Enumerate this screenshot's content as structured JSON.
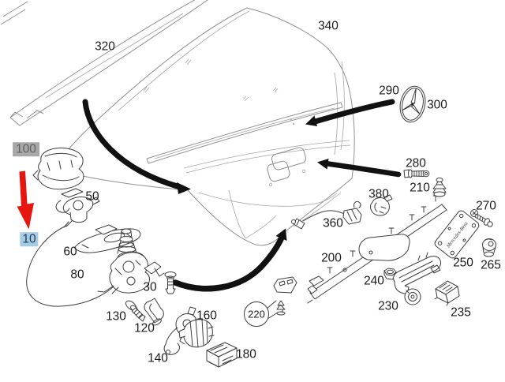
{
  "diagram_type": "trunk-lid-exploded-parts-diagram",
  "plate_text": "Mercedes-Benz",
  "colors": {
    "highlight_arrow": "#e6150f",
    "selected_bg": "#a5cbe2",
    "selected_text": "#1c3a5e",
    "dimmed_bg": "#a8a8a8",
    "dimmed_text": "#5f5f5f",
    "line_dark": "#3d3d3d",
    "line_light": "#8f8f8f",
    "arrow_black": "#111111"
  },
  "labels": [
    {
      "number": "320",
      "highlight": "none"
    },
    {
      "number": "340",
      "highlight": "none"
    },
    {
      "number": "290",
      "highlight": "none"
    },
    {
      "number": "300",
      "highlight": "none"
    },
    {
      "number": "280",
      "highlight": "none"
    },
    {
      "number": "210",
      "highlight": "none"
    },
    {
      "number": "270",
      "highlight": "none"
    },
    {
      "number": "250",
      "highlight": "none"
    },
    {
      "number": "265",
      "highlight": "none"
    },
    {
      "number": "100",
      "highlight": "dimmed"
    },
    {
      "number": "10",
      "highlight": "selected"
    },
    {
      "number": "50",
      "highlight": "none"
    },
    {
      "number": "60",
      "highlight": "none"
    },
    {
      "number": "80",
      "highlight": "none"
    },
    {
      "number": "30",
      "highlight": "none"
    },
    {
      "number": "130",
      "highlight": "none"
    },
    {
      "number": "120",
      "highlight": "none"
    },
    {
      "number": "140",
      "highlight": "none"
    },
    {
      "number": "160",
      "highlight": "none"
    },
    {
      "number": "180",
      "highlight": "none"
    },
    {
      "number": "220",
      "highlight": "none"
    },
    {
      "number": "200",
      "highlight": "none"
    },
    {
      "number": "360",
      "highlight": "none"
    },
    {
      "number": "380",
      "highlight": "none"
    },
    {
      "number": "240",
      "highlight": "none"
    },
    {
      "number": "230",
      "highlight": "none"
    },
    {
      "number": "235",
      "highlight": "none"
    }
  ]
}
